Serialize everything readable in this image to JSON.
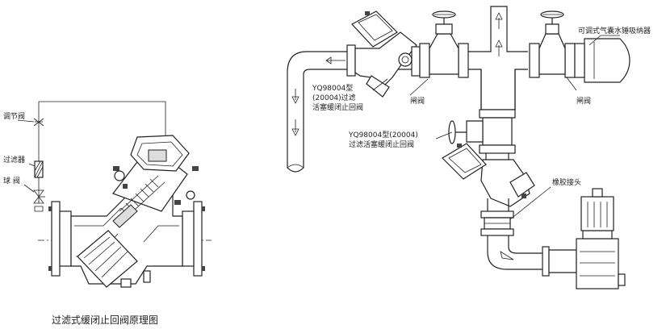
{
  "left_diagram": {
    "labels": {
      "regulating_valve": "调节阀",
      "filter": "过滤器",
      "ball_valve": "球  阀"
    },
    "caption": "过滤式缓闭止回阀原理图"
  },
  "right_diagram": {
    "labels": {
      "adjustable_airbag": "可调式气囊水锤吸纳器",
      "valve_top_model": "YQ98004型",
      "valve_top_line2": "(20004)过滤",
      "valve_top_line3": "活塞缓闭止回阀",
      "gate_valve_left": "闸阀",
      "gate_valve_right": "闸阀",
      "valve_mid_model": "YQ98004型(20004)",
      "valve_mid_line2": "过滤活塞缓闭止回阀",
      "rubber_joint": "橡胶接头"
    }
  }
}
